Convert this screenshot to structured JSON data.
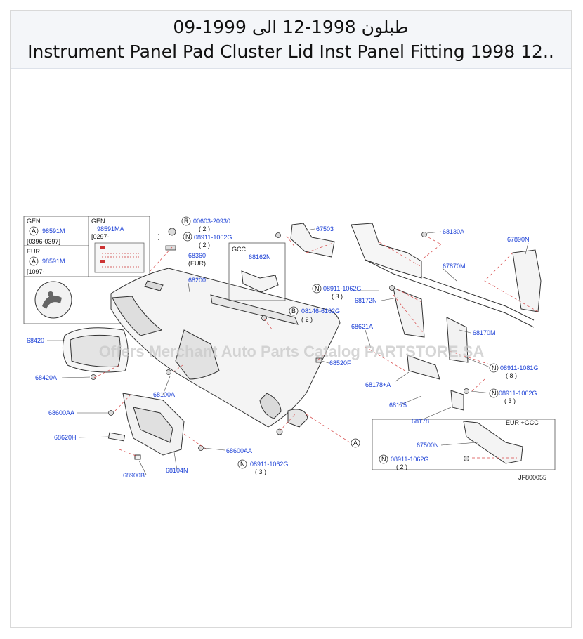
{
  "title": {
    "arabic": "طبلون 1998-12 الى 1999-09",
    "english": "Instrument Panel Pad Cluster Lid Inst Panel Fitting 1998 12.."
  },
  "watermark": "Offers Merchant Auto Parts Catalog PARTSTORE.SA",
  "diagram_code": "JF800055",
  "legend": {
    "gen_a": {
      "label": "GEN",
      "part": "98591M",
      "range": "[0396-0397]"
    },
    "eur_a": {
      "label": "EUR",
      "part": "98591M",
      "range": "[1097-"
    },
    "gen_b": {
      "label": "GEN",
      "part": "98591MA",
      "range": "[0297-"
    },
    "bracket": "]"
  },
  "markers": {
    "R": "R",
    "N": "N",
    "B": "B",
    "A": "A"
  },
  "labels": {
    "p00603": "00603-20930",
    "q00603": "( 2 )",
    "p08911a": "08911-1062G",
    "q08911a": "( 2 )",
    "p68360": "68360",
    "eur": "(EUR)",
    "p67503": "67503",
    "gcc": "GCC",
    "p68162N": "68162N",
    "p68130A": "68130A",
    "p67890N": "67890N",
    "p67870M": "67870M",
    "p68200": "68200",
    "p08911b": "08911-1062G",
    "q08911b": "( 3 )",
    "p68172N": "68172N",
    "p08146": "08146-6162G",
    "q08146": "( 2 )",
    "p68621A": "68621A",
    "p68170M": "68170M",
    "p68420": "68420",
    "p68520F": "68520F",
    "p08911c": "08911-1081G",
    "q08911c": "( 8 )",
    "p68420A": "68420A",
    "p68178A": "68178+A",
    "p68100A": "68100A",
    "p08911d": "08911-1062G",
    "q08911d": "( 3 )",
    "p68175": "68175",
    "p68600AA_a": "68600AA",
    "p68178": "68178",
    "eurgcc": "EUR  +GCC",
    "p68620H": "68620H",
    "p67500N": "67500N",
    "p68600AA_b": "68600AA",
    "p08911e": "08911-1062G",
    "q08911e": "( 2 )",
    "p08911f": "08911-1062G",
    "q08911f": "( 3 )",
    "p68900B": "68900B",
    "p68104N": "68104N"
  }
}
